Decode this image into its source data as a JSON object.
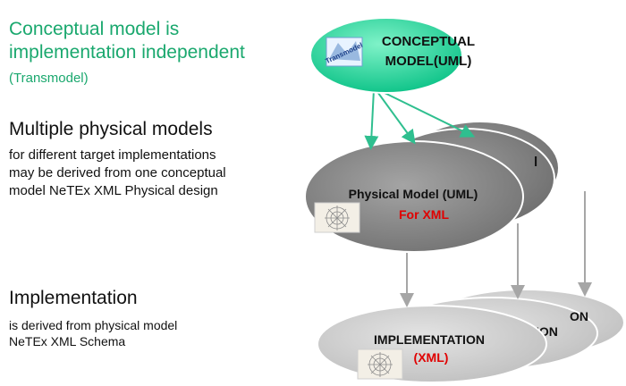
{
  "left_text": {
    "concept_heading_line1": "Conceptual model is",
    "concept_heading_line2": "implementation independent",
    "concept_sub": "(Transmodel)",
    "physical_heading": "Multiple physical models",
    "physical_desc_line1": "for different target implementations",
    "physical_desc_line2": "may be derived from one conceptual",
    "physical_desc_line3": "model NeTEx XML Physical design",
    "impl_heading": "Implementation",
    "impl_desc_line1": "is derived from  physical model",
    "impl_desc_line2": "NeTEx XML Schema"
  },
  "diagram": {
    "conceptual_line1": "CONCEPTUAL",
    "conceptual_line2": "MODEL(UML)",
    "logo_text": "Transmodel",
    "physical_back_fragment": "l",
    "physical_title": "Physical Model (UML)",
    "physical_subtitle": "For XML",
    "impl_back_fragment_top": "ON",
    "impl_back_fragment_mid": "ION",
    "impl_title": "IMPLEMENTATION",
    "impl_subtitle": "(XML)"
  },
  "colors": {
    "green_text": "#1aa86e",
    "conceptual_fill_top": "#5fe8b8",
    "conceptual_fill_bottom": "#0cc789",
    "green_arrow": "#2fbf8f",
    "grey_arrow": "#a6a6a6",
    "physical_fill": "#7f7f7f",
    "impl_fill": "#cfcfcf",
    "red_text": "#e00000"
  }
}
